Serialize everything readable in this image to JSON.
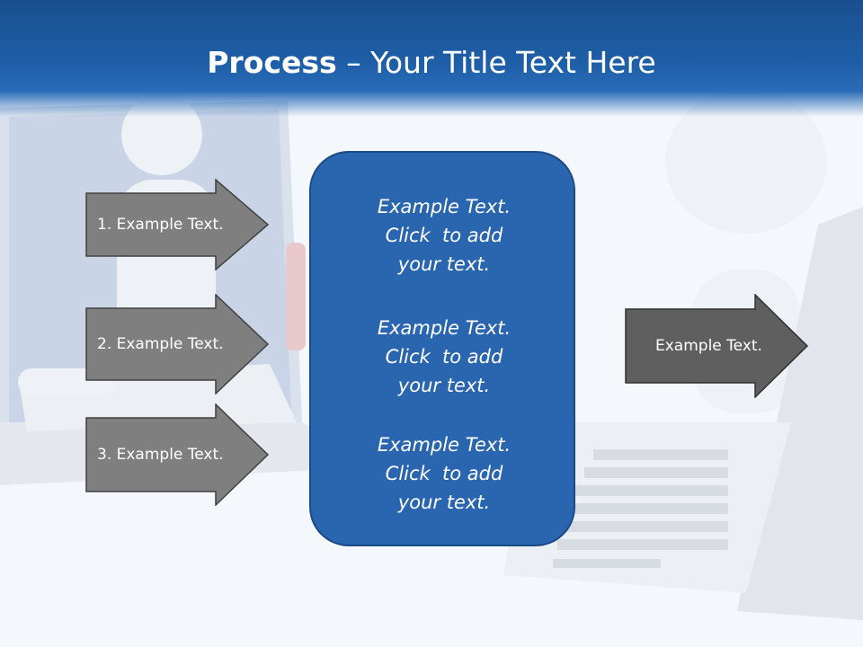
{
  "slide": {
    "title_bold": "Process",
    "title_rest": " – Your Title Text Here"
  },
  "left_arrows": [
    {
      "label": "1. Example Text."
    },
    {
      "label": "2. Example Text."
    },
    {
      "label": "3. Example Text."
    }
  ],
  "center_box": {
    "blocks": [
      {
        "lines": [
          "Example Text.",
          "Click  to add",
          "your text."
        ]
      },
      {
        "lines": [
          "Example Text.",
          "Click  to add",
          "your text."
        ]
      },
      {
        "lines": [
          "Example Text.",
          "Click  to add",
          "your text."
        ]
      }
    ]
  },
  "right_arrow": {
    "label": "Example Text."
  },
  "colors": {
    "header_blue": "#1e5fa8",
    "box_blue": "#2a65b0",
    "arrow_gray": "#7f7f7f",
    "arrow_dark": "#5f5f5f"
  }
}
